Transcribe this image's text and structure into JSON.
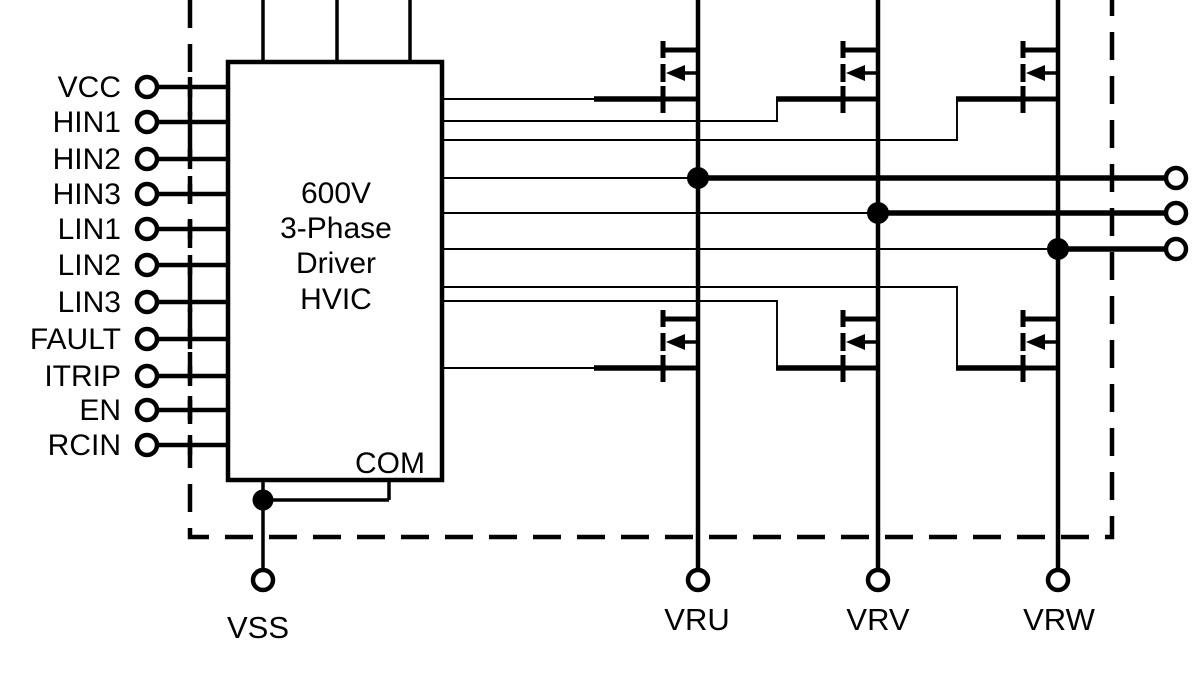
{
  "ic_block": {
    "title_lines": [
      "600V",
      "3-Phase",
      "Driver",
      "HVIC"
    ],
    "com_pin_label": "COM"
  },
  "input_pins": [
    "VCC",
    "HIN1",
    "HIN2",
    "HIN3",
    "LIN1",
    "LIN2",
    "LIN3",
    "FAULT",
    "ITRIP",
    "EN",
    "RCIN"
  ],
  "bottom_terminals": {
    "ground": "VSS",
    "phases": [
      "VRU",
      "VRV",
      "VRW"
    ]
  },
  "colors": {
    "line": "#000000",
    "background": "#ffffff"
  }
}
